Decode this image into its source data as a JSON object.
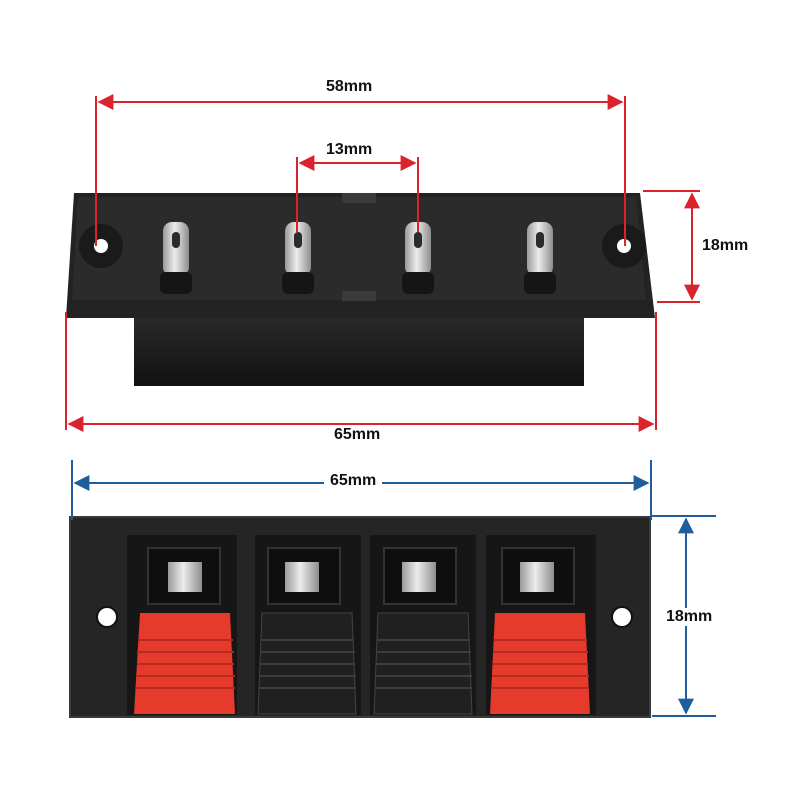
{
  "colors": {
    "dimension_red": "#d9232d",
    "dimension_blue": "#1f5d9e",
    "housing_black": "#1c1c1c",
    "plate_black": "#232323",
    "lever_red": "#e53a2c",
    "lever_black": "#202020",
    "contact_silver": "#c9c9c9"
  },
  "top_view": {
    "hole_spacing": "58mm",
    "terminal_pitch": "13mm",
    "height": "18mm",
    "width": "65mm",
    "terminal_count": 4
  },
  "front_view": {
    "width": "65mm",
    "height": "18mm",
    "lever_colors": [
      "red",
      "black",
      "black",
      "red"
    ]
  },
  "icons": [
    "mounting-hole-icon",
    "solder-tab-icon",
    "spring-lever-icon",
    "dimension-arrow-icon"
  ]
}
